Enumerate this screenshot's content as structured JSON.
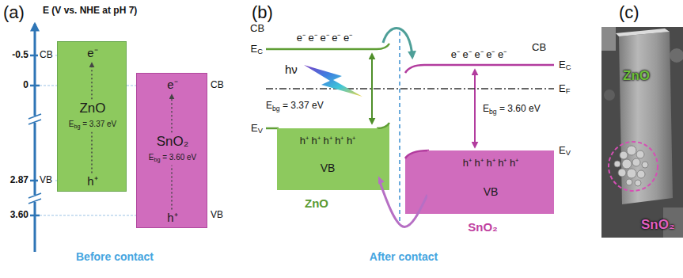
{
  "diagram": {
    "nodes": [
      {
        "text": [
          "e⁻",
          "ZnO",
          "Ebg = 3.37 eV",
          "h⁺"
        ]
      },
      {
        "text": [
          "e⁻",
          "SnO₂",
          "Ebg = 3.60 eV",
          "h⁺"
        ]
      },
      {
        "text": [
          "h⁺ h⁺ h⁺ h⁺ h⁺",
          "VB"
        ]
      },
      {
        "text": [
          "h⁺ h⁺ h⁺ h⁺ h⁺",
          "VB"
        ]
      },
      {
        "text": [
          "ZnO",
          "SnO₂"
        ]
      }
    ],
    "edges": [
      {
        "from": 3,
        "to": 2,
        "arrow": "to"
      }
    ],
    "labels": [
      "(a)",
      "E (V vs. NHE at pH 7)",
      "-0.5",
      "0",
      "2.87",
      "3.60",
      "CB",
      "VB",
      "CB",
      "VB",
      "Before contact",
      "(b)",
      "CB",
      "e⁻ e⁻ e⁻ e⁻ e⁻",
      "EC",
      "hν",
      "Ebg = 3.37 eV",
      "EV",
      "ZnO",
      "CB",
      "e⁻ e⁻ e⁻ e⁻ e⁻",
      "EC",
      "EF",
      "Ebg = 3.60 eV",
      "EV",
      "SnO₂",
      "After contact",
      "(c)"
    ]
  }
}
